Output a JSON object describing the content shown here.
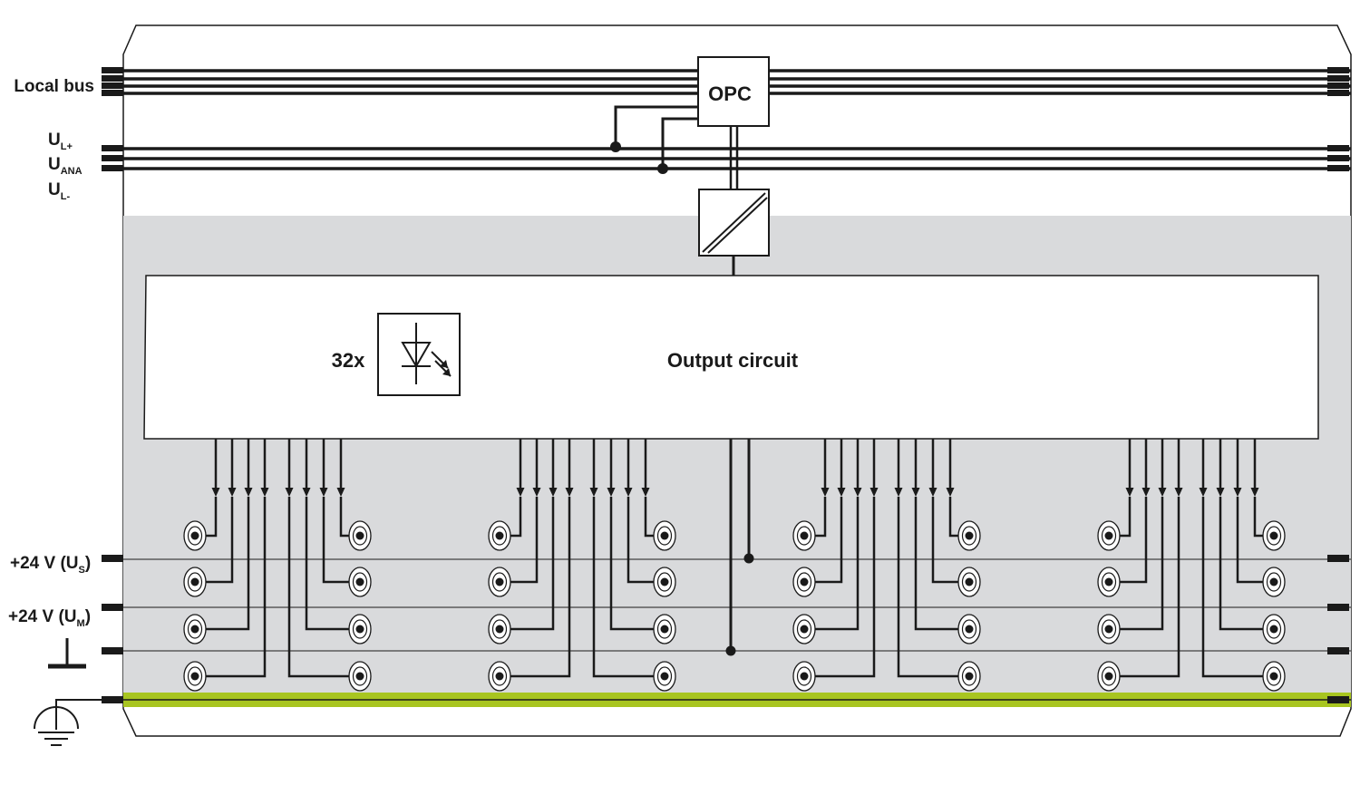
{
  "labels": {
    "local_bus": "Local bus",
    "ul_plus_main": "U",
    "ul_plus_sub": "L+",
    "uana_main": "U",
    "uana_sub": "ANA",
    "ul_minus_main": "U",
    "ul_minus_sub": "L-",
    "us_prefix": "+24 V (U",
    "us_sub": "S",
    "us_suffix": ")",
    "um_prefix": "+24 V (U",
    "um_sub": "M",
    "um_suffix": ")",
    "opc": "OPC",
    "count": "32x",
    "output_circuit": "Output circuit"
  },
  "colors": {
    "module_gray": "#d9dadc",
    "pe_green": "#a8c520",
    "line": "#1a1a1a"
  },
  "structure": {
    "terminal_groups": 4,
    "outputs_per_group": 8,
    "terminal_rows": 4
  },
  "icons": [
    "opc-block",
    "converter-block",
    "led-diode-icon",
    "ground-symbol",
    "protective-earth-symbol"
  ]
}
